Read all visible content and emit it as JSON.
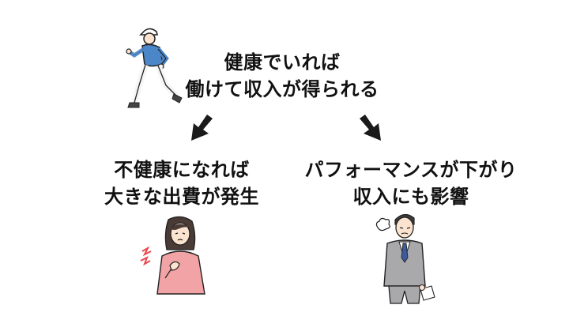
{
  "center": {
    "line1": "健康でいれば",
    "line2": "働けて収入が得られる"
  },
  "left_outcome": {
    "line1": "不健康になれば",
    "line2": "大きな出費が発生"
  },
  "right_outcome": {
    "line1": "パフォーマンスが下がり",
    "line2": "収入にも影響"
  },
  "illustrations": {
    "top": "running-worker-icon",
    "left": "woman-in-pain-icon",
    "right": "tired-businessman-icon"
  },
  "colors": {
    "text": "#111111",
    "arrow": "#1a1a1a",
    "worker_shirt": "#4a86c8",
    "woman_sweater": "#f2a3a6",
    "pain_lines": "#e8484c",
    "suit": "#a9a9ab",
    "tie": "#3d5a9c",
    "skin": "#fbe3cf"
  }
}
